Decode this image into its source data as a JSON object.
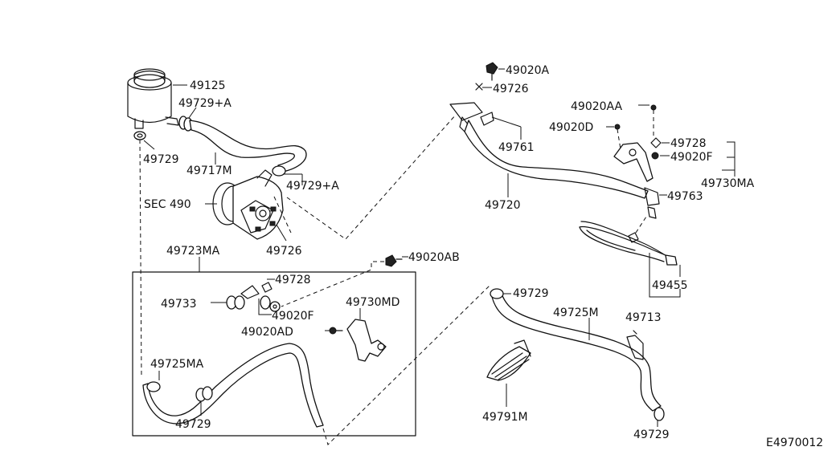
{
  "diagram_id": "E4970012",
  "labels": {
    "p49125": "49125",
    "p49729A_top": "49729+A",
    "p49729_left": "49729",
    "p49717M": "49717M",
    "p49729A_mid": "49729+A",
    "sec490": "SEC 490",
    "p49726_pump": "49726",
    "p49723MA": "49723MA",
    "p49728_box": "49728",
    "p49733": "49733",
    "p49020F_box": "49020F",
    "p49730MD": "49730MD",
    "p49020AD": "49020AD",
    "p49725MA": "49725MA",
    "p49729_box": "49729",
    "p49020AB": "49020AB",
    "p49020A": "49020A",
    "p49726_top": "49726",
    "p49761": "49761",
    "p49720": "49720",
    "p49020AA": "49020AA",
    "p49020D": "49020D",
    "p49728_right": "49728",
    "p49020F_right": "49020F",
    "p49730MA": "49730MA",
    "p49763": "49763",
    "p49455": "49455",
    "p49713": "49713",
    "p49729_mid": "49729",
    "p49725M": "49725M",
    "p49791M": "49791M",
    "p49729_bottom": "49729"
  }
}
